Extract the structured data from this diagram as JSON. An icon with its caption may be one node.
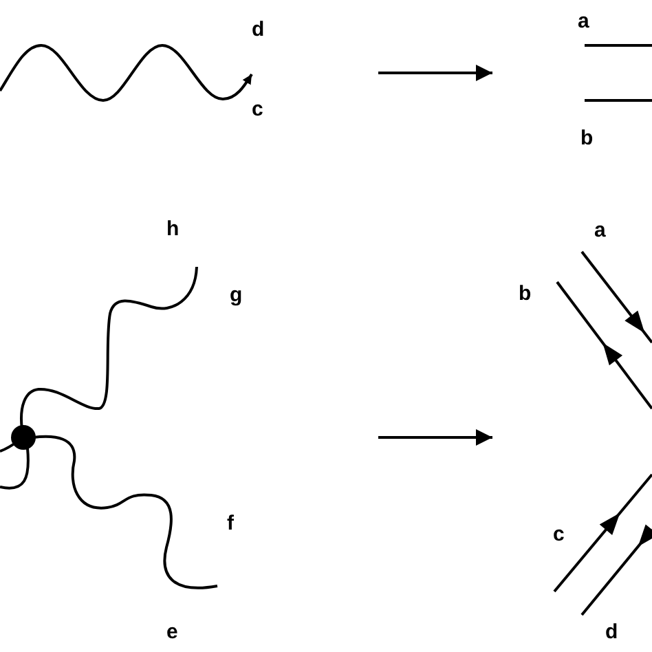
{
  "diagram": {
    "labels": [
      "d",
      "c",
      "a",
      "b",
      "h",
      "g",
      "f",
      "e",
      "a",
      "b",
      "c",
      "d"
    ]
  }
}
